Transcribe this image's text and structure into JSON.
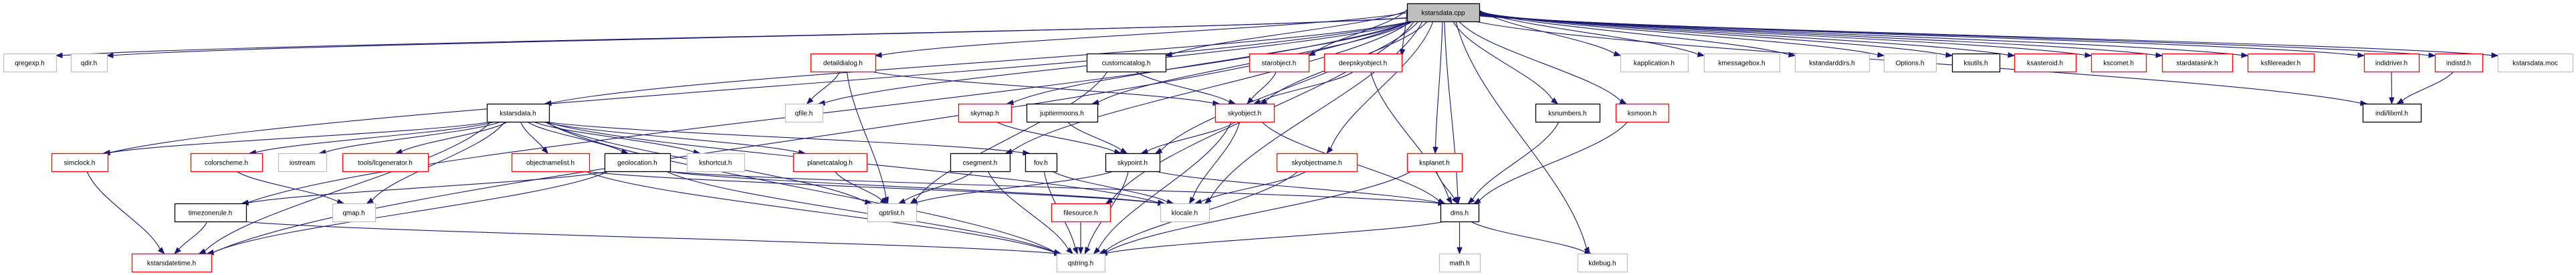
{
  "title": "kstarsdata.cpp include dependency graph",
  "legend_colors": {
    "edge": "#191970",
    "root_fill": "#bfbfbf",
    "documented_border": "#000000",
    "truncated_border": "#ff0000",
    "external_border": "#bfbfbf"
  },
  "nodes": [
    {
      "id": "kstarsdata_cpp",
      "label": "kstarsdata.cpp",
      "kind": "root"
    },
    {
      "id": "qregexp_h",
      "label": "qregexp.h",
      "kind": "external"
    },
    {
      "id": "qdir_h",
      "label": "qdir.h",
      "kind": "external"
    },
    {
      "id": "detaildialog_h",
      "label": "detaildialog.h",
      "kind": "truncated"
    },
    {
      "id": "customcatalog_h",
      "label": "customcatalog.h",
      "kind": "documented"
    },
    {
      "id": "starobject_h",
      "label": "starobject.h",
      "kind": "truncated"
    },
    {
      "id": "deepskyobject_h",
      "label": "deepskyobject.h",
      "kind": "truncated"
    },
    {
      "id": "kapplication_h",
      "label": "kapplication.h",
      "kind": "external"
    },
    {
      "id": "kmessagebox_h",
      "label": "kmessagebox.h",
      "kind": "external"
    },
    {
      "id": "kstandarddirs_h",
      "label": "kstandarddirs.h",
      "kind": "external"
    },
    {
      "id": "Options_h",
      "label": "Options.h",
      "kind": "external"
    },
    {
      "id": "ksutils_h",
      "label": "ksutils.h",
      "kind": "documented"
    },
    {
      "id": "ksasteroid_h",
      "label": "ksasteroid.h",
      "kind": "truncated"
    },
    {
      "id": "kscomet_h",
      "label": "kscomet.h",
      "kind": "truncated"
    },
    {
      "id": "stardatasink_h",
      "label": "stardatasink.h",
      "kind": "truncated"
    },
    {
      "id": "ksfilereader_h",
      "label": "ksfilereader.h",
      "kind": "truncated"
    },
    {
      "id": "indidriver_h",
      "label": "indidriver.h",
      "kind": "truncated"
    },
    {
      "id": "indistd_h",
      "label": "indistd.h",
      "kind": "truncated"
    },
    {
      "id": "kstarsdata_moc",
      "label": "kstarsdata.moc",
      "kind": "external"
    },
    {
      "id": "kstarsdata_h",
      "label": "kstarsdata.h",
      "kind": "documented"
    },
    {
      "id": "qfile_h",
      "label": "qfile.h",
      "kind": "external"
    },
    {
      "id": "skymap_h",
      "label": "skymap.h",
      "kind": "truncated"
    },
    {
      "id": "jupitermoons_h",
      "label": "jupitermoons.h",
      "kind": "documented"
    },
    {
      "id": "skyobject_h",
      "label": "skyobject.h",
      "kind": "truncated"
    },
    {
      "id": "ksnumbers_h",
      "label": "ksnumbers.h",
      "kind": "documented"
    },
    {
      "id": "ksmoon_h",
      "label": "ksmoon.h",
      "kind": "truncated"
    },
    {
      "id": "indi_lilxml_h",
      "label": "indi/lilxml.h",
      "kind": "documented"
    },
    {
      "id": "simclock_h",
      "label": "simclock.h",
      "kind": "truncated"
    },
    {
      "id": "colorscheme_h",
      "label": "colorscheme.h",
      "kind": "truncated"
    },
    {
      "id": "iostream",
      "label": "iostream",
      "kind": "external"
    },
    {
      "id": "tools_lcgenerator_h",
      "label": "tools/lcgenerator.h",
      "kind": "truncated"
    },
    {
      "id": "objectnamelist_h",
      "label": "objectnamelist.h",
      "kind": "truncated"
    },
    {
      "id": "geolocation_h",
      "label": "geolocation.h",
      "kind": "documented"
    },
    {
      "id": "kshortcut_h",
      "label": "kshortcut.h",
      "kind": "external"
    },
    {
      "id": "planetcatalog_h",
      "label": "planetcatalog.h",
      "kind": "truncated"
    },
    {
      "id": "csegment_h",
      "label": "csegment.h",
      "kind": "documented"
    },
    {
      "id": "fov_h",
      "label": "fov.h",
      "kind": "documented"
    },
    {
      "id": "skypoint_h",
      "label": "skypoint.h",
      "kind": "documented"
    },
    {
      "id": "skyobjectname_h",
      "label": "skyobjectname.h",
      "kind": "truncated"
    },
    {
      "id": "ksplanet_h",
      "label": "ksplanet.h",
      "kind": "truncated"
    },
    {
      "id": "timezonerule_h",
      "label": "timezonerule.h",
      "kind": "documented"
    },
    {
      "id": "qmap_h",
      "label": "qmap.h",
      "kind": "external"
    },
    {
      "id": "qptrlist_h",
      "label": "qptrlist.h",
      "kind": "external"
    },
    {
      "id": "filesource_h",
      "label": "filesource.h",
      "kind": "truncated"
    },
    {
      "id": "klocale_h",
      "label": "klocale.h",
      "kind": "external"
    },
    {
      "id": "dms_h",
      "label": "dms.h",
      "kind": "documented"
    },
    {
      "id": "kstarsdatetime_h",
      "label": "kstarsdatetime.h",
      "kind": "truncated"
    },
    {
      "id": "qstring_h",
      "label": "qstring.h",
      "kind": "external"
    },
    {
      "id": "math_h",
      "label": "math.h",
      "kind": "external"
    },
    {
      "id": "kdebug_h",
      "label": "kdebug.h",
      "kind": "external"
    }
  ],
  "edges": [
    [
      "kstarsdata_cpp",
      "qregexp_h"
    ],
    [
      "kstarsdata_cpp",
      "qdir_h"
    ],
    [
      "kstarsdata_cpp",
      "qfile_h"
    ],
    [
      "kstarsdata_cpp",
      "detaildialog_h"
    ],
    [
      "kstarsdata_cpp",
      "customcatalog_h"
    ],
    [
      "kstarsdata_cpp",
      "starobject_h"
    ],
    [
      "kstarsdata_cpp",
      "deepskyobject_h"
    ],
    [
      "kstarsdata_cpp",
      "kapplication_h"
    ],
    [
      "kstarsdata_cpp",
      "kmessagebox_h"
    ],
    [
      "kstarsdata_cpp",
      "kstandarddirs_h"
    ],
    [
      "kstarsdata_cpp",
      "Options_h"
    ],
    [
      "kstarsdata_cpp",
      "ksutils_h"
    ],
    [
      "kstarsdata_cpp",
      "ksasteroid_h"
    ],
    [
      "kstarsdata_cpp",
      "kscomet_h"
    ],
    [
      "kstarsdata_cpp",
      "stardatasink_h"
    ],
    [
      "kstarsdata_cpp",
      "ksfilereader_h"
    ],
    [
      "kstarsdata_cpp",
      "indidriver_h"
    ],
    [
      "kstarsdata_cpp",
      "indistd_h"
    ],
    [
      "kstarsdata_cpp",
      "kstarsdata_moc"
    ],
    [
      "kstarsdata_cpp",
      "indi_lilxml_h"
    ],
    [
      "kstarsdata_cpp",
      "kstarsdata_h"
    ],
    [
      "kstarsdata_cpp",
      "skymap_h"
    ],
    [
      "kstarsdata_cpp",
      "jupitermoons_h"
    ],
    [
      "kstarsdata_cpp",
      "skyobject_h"
    ],
    [
      "kstarsdata_cpp",
      "ksnumbers_h"
    ],
    [
      "kstarsdata_cpp",
      "ksmoon_h"
    ],
    [
      "kstarsdata_cpp",
      "simclock_h"
    ],
    [
      "kstarsdata_cpp",
      "csegment_h"
    ],
    [
      "kstarsdata_cpp",
      "skypoint_h"
    ],
    [
      "kstarsdata_cpp",
      "skyobjectname_h"
    ],
    [
      "kstarsdata_cpp",
      "ksplanet_h"
    ],
    [
      "kstarsdata_cpp",
      "filesource_h"
    ],
    [
      "kstarsdata_cpp",
      "klocale_h"
    ],
    [
      "kstarsdata_cpp",
      "dms_h"
    ],
    [
      "kstarsdata_cpp",
      "kstarsdatetime_h"
    ],
    [
      "kstarsdata_cpp",
      "timezonerule_h"
    ],
    [
      "kstarsdata_cpp",
      "kdebug_h"
    ],
    [
      "detaildialog_h",
      "qfile_h"
    ],
    [
      "detaildialog_h",
      "qptrlist_h"
    ],
    [
      "detaildialog_h",
      "skyobject_h"
    ],
    [
      "customcatalog_h",
      "qptrlist_h"
    ],
    [
      "customcatalog_h",
      "skyobject_h"
    ],
    [
      "starobject_h",
      "skyobject_h"
    ],
    [
      "deepskyobject_h",
      "skyobject_h"
    ],
    [
      "deepskyobject_h",
      "dms_h"
    ],
    [
      "indidriver_h",
      "indi_lilxml_h"
    ],
    [
      "indistd_h",
      "indi_lilxml_h"
    ],
    [
      "kstarsdata_h",
      "simclock_h"
    ],
    [
      "kstarsdata_h",
      "colorscheme_h"
    ],
    [
      "kstarsdata_h",
      "iostream"
    ],
    [
      "kstarsdata_h",
      "tools_lcgenerator_h"
    ],
    [
      "kstarsdata_h",
      "objectnamelist_h"
    ],
    [
      "kstarsdata_h",
      "geolocation_h"
    ],
    [
      "kstarsdata_h",
      "kshortcut_h"
    ],
    [
      "kstarsdata_h",
      "planetcatalog_h"
    ],
    [
      "kstarsdata_h",
      "qmap_h"
    ],
    [
      "kstarsdata_h",
      "qptrlist_h"
    ],
    [
      "kstarsdata_h",
      "fov_h"
    ],
    [
      "kstarsdata_h",
      "kstarsdatetime_h"
    ],
    [
      "kstarsdata_h",
      "qstring_h"
    ],
    [
      "kstarsdata_h",
      "klocale_h"
    ],
    [
      "skymap_h",
      "skypoint_h"
    ],
    [
      "jupitermoons_h",
      "skypoint_h"
    ],
    [
      "skyobject_h",
      "skypoint_h"
    ],
    [
      "skyobject_h",
      "klocale_h"
    ],
    [
      "skyobject_h",
      "dms_h"
    ],
    [
      "skyobject_h",
      "qstring_h"
    ],
    [
      "ksnumbers_h",
      "dms_h"
    ],
    [
      "ksmoon_h",
      "dms_h"
    ],
    [
      "simclock_h",
      "kstarsdatetime_h"
    ],
    [
      "colorscheme_h",
      "qmap_h"
    ],
    [
      "objectnamelist_h",
      "qstring_h"
    ],
    [
      "objectnamelist_h",
      "klocale_h"
    ],
    [
      "geolocation_h",
      "timezonerule_h"
    ],
    [
      "geolocation_h",
      "kstarsdatetime_h"
    ],
    [
      "geolocation_h",
      "dms_h"
    ],
    [
      "geolocation_h",
      "qstring_h"
    ],
    [
      "geolocation_h",
      "klocale_h"
    ],
    [
      "planetcatalog_h",
      "qptrlist_h"
    ],
    [
      "csegment_h",
      "qptrlist_h"
    ],
    [
      "csegment_h",
      "qstring_h"
    ],
    [
      "fov_h",
      "qstring_h"
    ],
    [
      "fov_h",
      "klocale_h"
    ],
    [
      "skypoint_h",
      "qptrlist_h"
    ],
    [
      "skypoint_h",
      "dms_h"
    ],
    [
      "skypoint_h",
      "qstring_h"
    ],
    [
      "skyobjectname_h",
      "klocale_h"
    ],
    [
      "skyobjectname_h",
      "qstring_h"
    ],
    [
      "ksplanet_h",
      "dms_h"
    ],
    [
      "ksplanet_h",
      "qstring_h"
    ],
    [
      "timezonerule_h",
      "kstarsdatetime_h"
    ],
    [
      "timezonerule_h",
      "qstring_h"
    ],
    [
      "filesource_h",
      "qstring_h"
    ],
    [
      "dms_h",
      "math_h"
    ],
    [
      "dms_h",
      "kdebug_h"
    ],
    [
      "dms_h",
      "qstring_h"
    ]
  ]
}
